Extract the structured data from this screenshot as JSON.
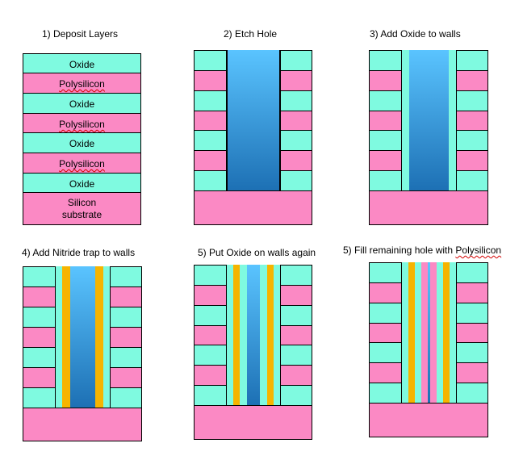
{
  "colors": {
    "oxide": "#7ffae0",
    "polysilicon": "#fb89c4",
    "substrate": "#fb89c4",
    "hole_top": "#5ac4ff",
    "hole_bottom": "#1d70b4",
    "nitride": "#f6b400",
    "outline": "#000000"
  },
  "panels": [
    {
      "title": "1) Deposit Layers",
      "stack_labels": [
        "Oxide",
        "Polysilicon",
        "Oxide",
        "Polysilicon",
        "Oxide",
        "Polysilicon",
        "Oxide"
      ],
      "substrate_label_line1": "Silicon",
      "substrate_label_line2": "substrate"
    },
    {
      "title": "2) Etch Hole"
    },
    {
      "title": "3) Add Oxide to walls"
    },
    {
      "title": "4) Add Nitride trap to walls"
    },
    {
      "title": "5) Put Oxide on walls again"
    },
    {
      "title_prefix": "5) Fill remaining hole with ",
      "title_word": "Polysilicon"
    }
  ]
}
